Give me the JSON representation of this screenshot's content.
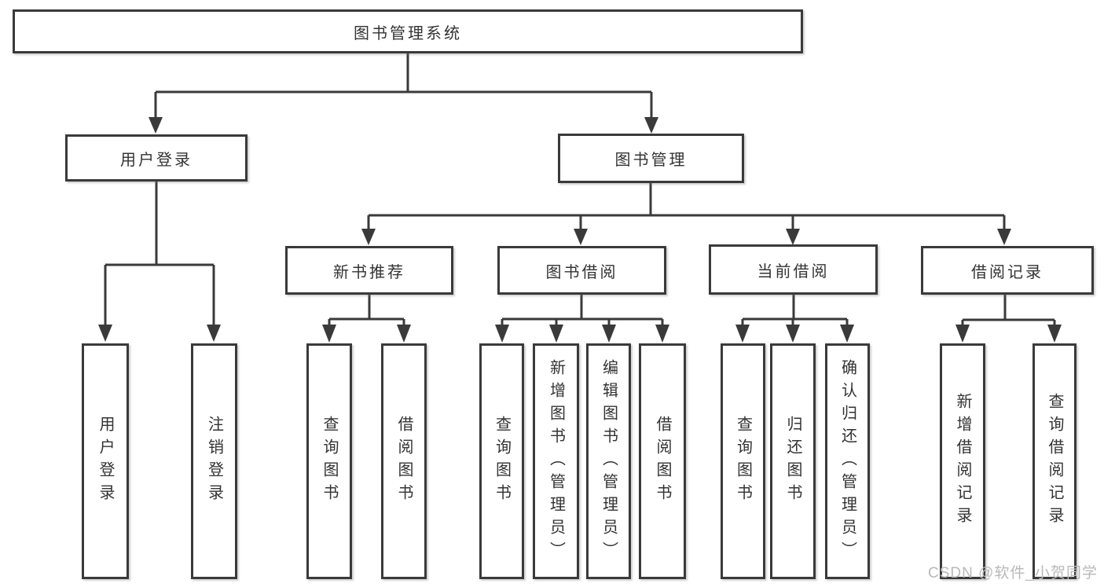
{
  "diagram_type": "hierarchy-tree",
  "tree": {
    "root": "图书管理系统",
    "branches": [
      {
        "label": "用户登录",
        "children": [
          "用户登录",
          "注销登录"
        ]
      },
      {
        "label": "图书管理",
        "children": [
          {
            "label": "新书推荐",
            "children": [
              "查询图书",
              "借阅图书"
            ]
          },
          {
            "label": "图书借阅",
            "children": [
              "查询图书",
              "新增图书（管理员）",
              "编辑图书（管理员）",
              "借阅图书"
            ]
          },
          {
            "label": "当前借阅",
            "children": [
              "查询图书",
              "归还图书",
              "确认归还（管理员）"
            ]
          },
          {
            "label": "借阅记录",
            "children": [
              "新增借阅记录",
              "查询借阅记录"
            ]
          }
        ]
      }
    ]
  },
  "watermark": {
    "text": "CSDN @软件_小贺同学"
  },
  "colors": {
    "background": "#ffffff",
    "line": "#3a3a3a",
    "box_border": "#3a3a3a",
    "box_fill": "#ffffff",
    "text": "#333333",
    "watermark_text": "#b9b9b9"
  }
}
